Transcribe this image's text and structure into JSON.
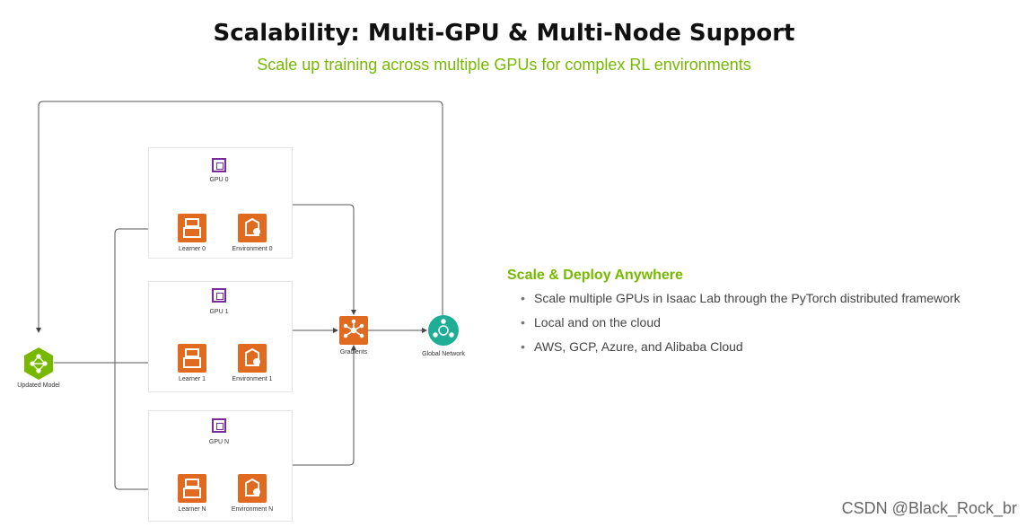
{
  "header": {
    "title": "Scalability: Multi-GPU & Multi-Node Support",
    "subtitle": "Scale up training across multiple GPUs  for complex RL environments"
  },
  "diagram": {
    "gpus": [
      {
        "gpu_label": "GPU 0",
        "learner_label": "Learner 0",
        "env_label": "Environment 0"
      },
      {
        "gpu_label": "GPU 1",
        "learner_label": "Learner 1",
        "env_label": "Environment 1"
      },
      {
        "gpu_label": "GPU N",
        "learner_label": "Learner N",
        "env_label": "Environment N"
      }
    ],
    "updated_model_label": "Updated Model",
    "gradients_label": "Gradients",
    "global_network_label": "Global Network",
    "colors": {
      "gpu_chip": "#7a2a9c",
      "orange_icon": "#e06a1f",
      "model_hex": "#76b900",
      "network": "#1fae95"
    },
    "icons": {
      "gpu": "gpu-chip-icon",
      "learner": "learner-icon",
      "environment": "environment-icon",
      "model": "neural-network-hex-icon",
      "gradients": "gradients-icon",
      "global_network": "global-network-icon"
    }
  },
  "right_panel": {
    "heading": "Scale & Deploy Anywhere",
    "bullets": [
      "Scale multiple GPUs in Isaac Lab through the PyTorch distributed framework",
      "Local and on the cloud",
      "AWS, GCP, Azure, and Alibaba Cloud"
    ]
  },
  "watermark": "CSDN @Black_Rock_br"
}
